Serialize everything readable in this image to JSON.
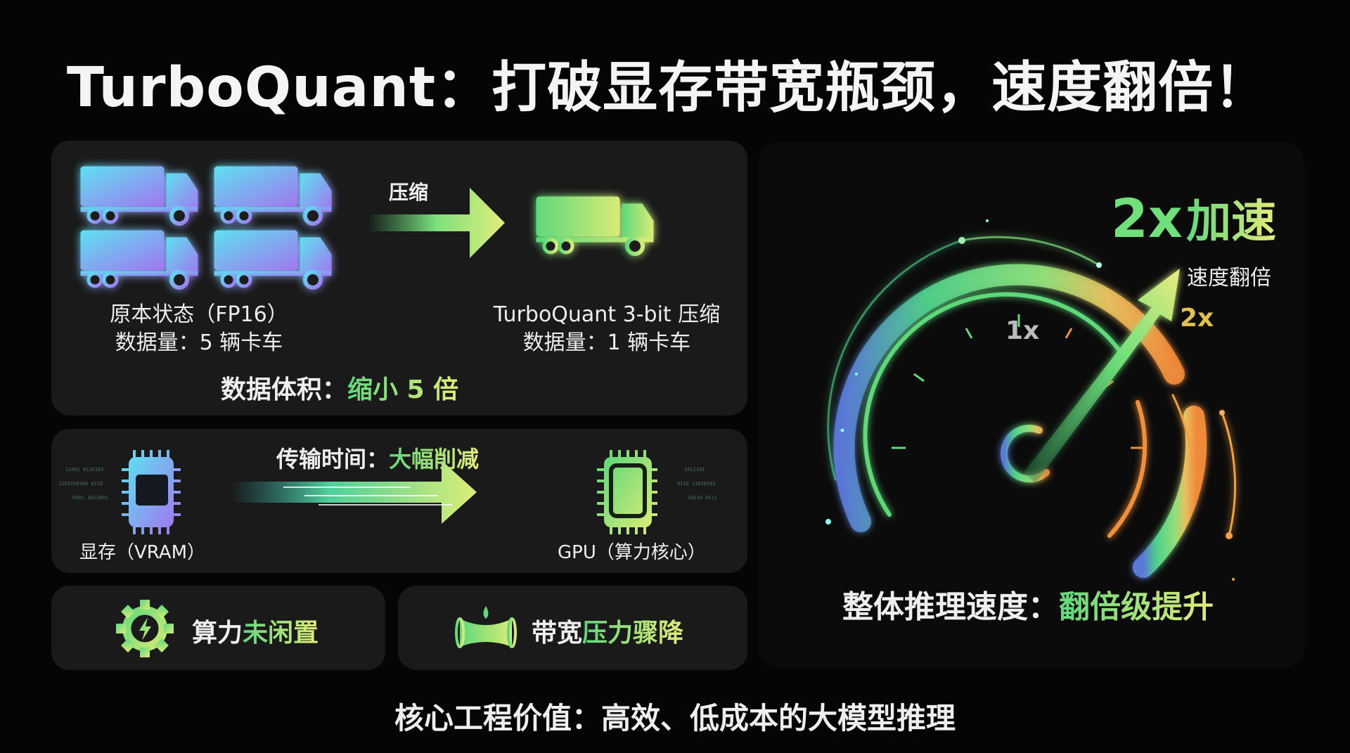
{
  "title": "TurboQuant：打破显存带宽瓶颈，速度翻倍！",
  "compression": {
    "arrow_label": "压缩",
    "original_line1": "原本状态（FP16）",
    "original_line2": "数据量：5 辆卡车",
    "compressed_line1": "TurboQuant 3-bit 压缩",
    "compressed_line2": "数据量：1 辆卡车",
    "volume_label": "数据体积：",
    "volume_value": "缩小 5 倍"
  },
  "transfer": {
    "label": "传输时间：",
    "value": "大幅削减",
    "vram_label": "显存（VRAM）",
    "gpu_label": "GPU（算力核心）"
  },
  "benefits": [
    {
      "prefix": "算力",
      "highlight": "未闲置",
      "icon": "gear-lightning-icon"
    },
    {
      "prefix": "带宽",
      "highlight": "压力骤降",
      "icon": "pipe-icon"
    }
  ],
  "gauge": {
    "headline_num": "2x",
    "headline_text": "加速",
    "sub": "速度翻倍",
    "mark_1x": "1x",
    "mark_2x": "2x",
    "summary_label": "整体推理速度：",
    "summary_value": "翻倍级提升"
  },
  "footer": "核心工程价值：高效、低成本的大模型推理"
}
